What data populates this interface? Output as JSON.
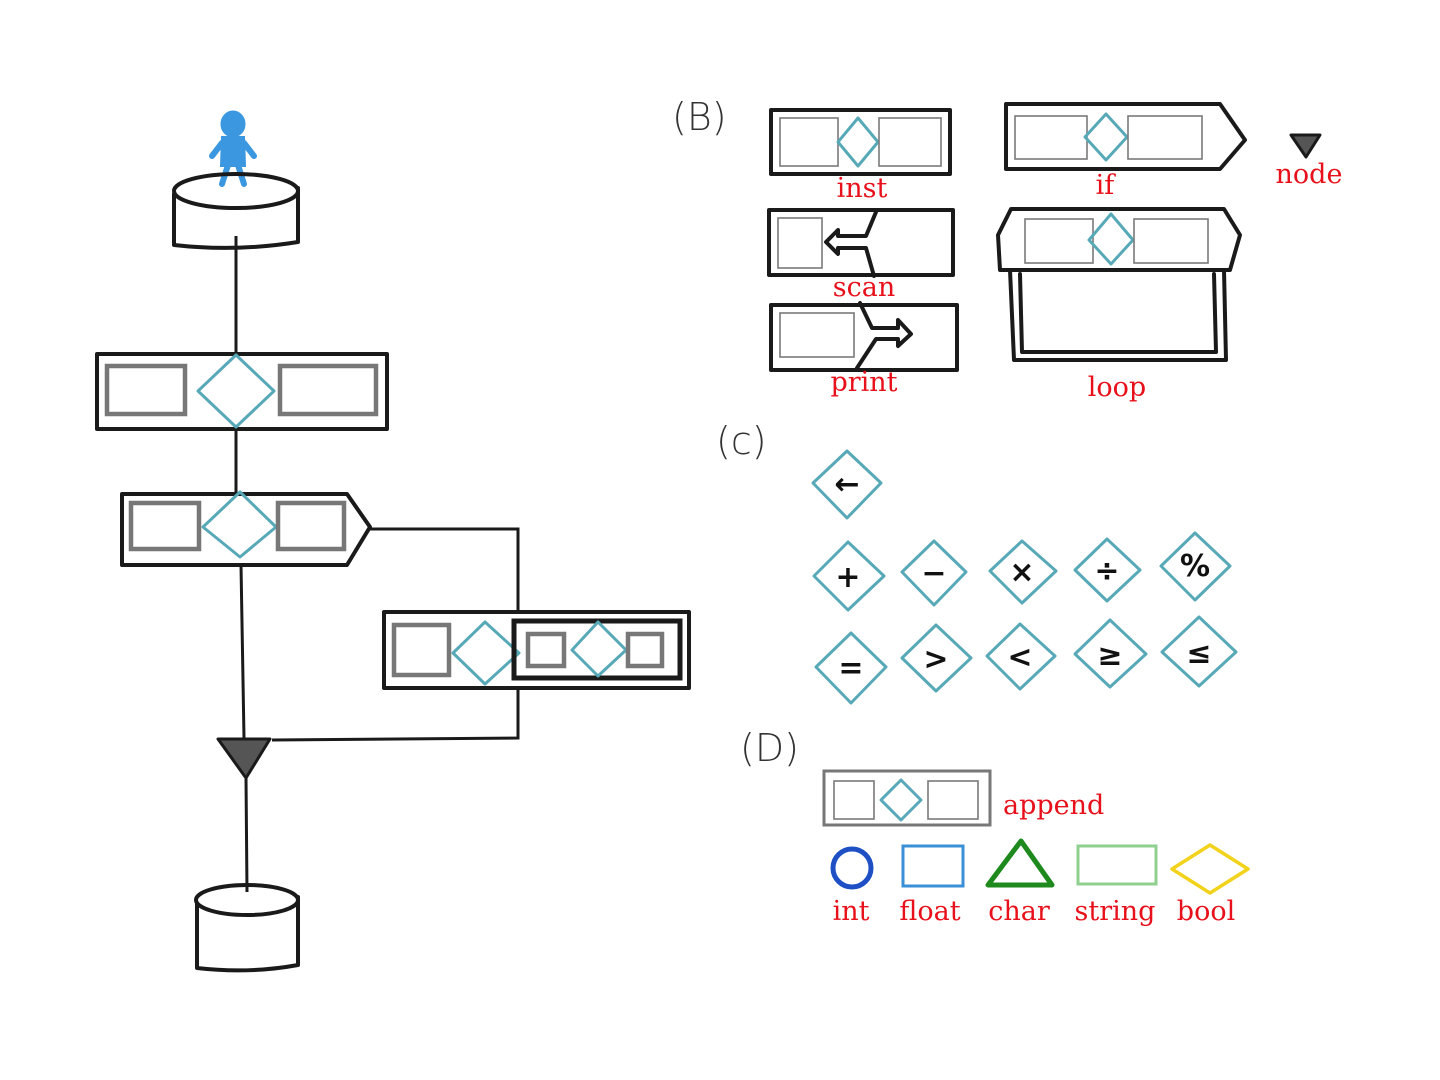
{
  "sections": {
    "b": "(B)",
    "c": "(c)",
    "d": "(D)"
  },
  "blocks": {
    "inst": "inst",
    "if": "if",
    "node": "node",
    "scan": "scan",
    "print": "print",
    "loop": "loop"
  },
  "operators": {
    "assign": "←",
    "row1": [
      "+",
      "−",
      "×",
      "÷",
      "%"
    ],
    "row2": [
      "=",
      ">",
      "<",
      "≥",
      "≤"
    ]
  },
  "legend": {
    "append": "append",
    "types": [
      {
        "label": "int",
        "shape": "circle",
        "color": "#1f4fc4"
      },
      {
        "label": "float",
        "shape": "rectangle",
        "color": "#3a8fd6"
      },
      {
        "label": "char",
        "shape": "triangle",
        "color": "#1e8a1e"
      },
      {
        "label": "string",
        "shape": "rectangle",
        "color": "#8fcf8f"
      },
      {
        "label": "bool",
        "shape": "diamond",
        "color": "#f2d21b"
      }
    ]
  },
  "colors": {
    "label": "#e8101a",
    "teal": "#58a9b8",
    "user": "#3a97e0"
  }
}
